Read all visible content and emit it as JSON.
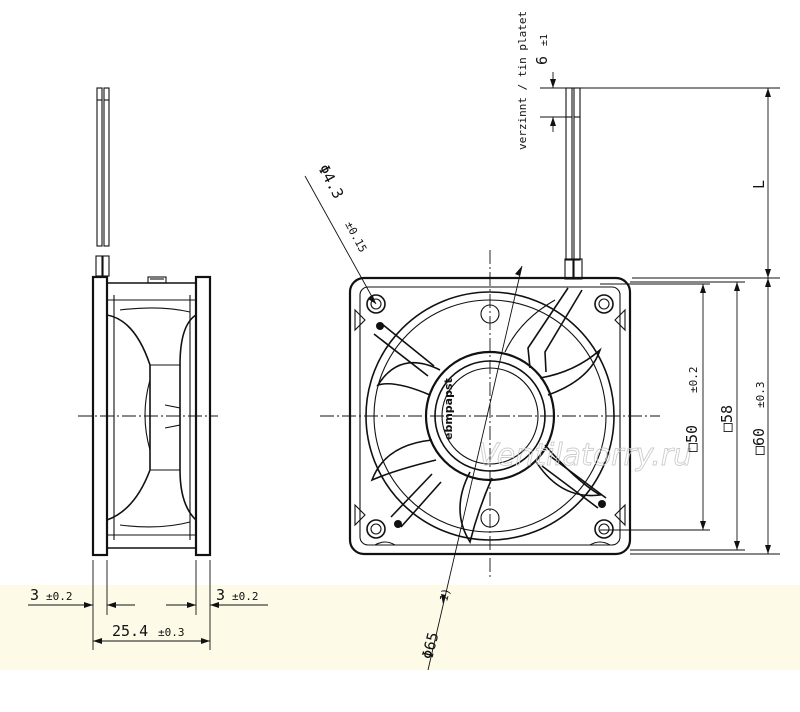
{
  "labels": {
    "tinned": "verzinnt / tin platet",
    "lead_length": "6",
    "lead_length_tol": "±1",
    "wire_length": "L",
    "hole_dia": "Φ4.3",
    "hole_dia_tol": "±0.15",
    "hole_pitch": "□50",
    "hole_pitch_tol": "±0.2",
    "body_58": "□58",
    "body_60": "□60",
    "body_60_tol": "±0.3",
    "flange_left": "3",
    "flange_left_tol": "±0.2",
    "flange_right": "3",
    "flange_right_tol": "±0.2",
    "depth": "25.4",
    "depth_tol": "±0.3",
    "blade_dia": "Φ65",
    "note_ref": "1)",
    "brand": "ebmpapst",
    "watermark": "Ventilatorry.ru"
  },
  "colors": {
    "line": "#111111",
    "band": "#fdfbe8",
    "watermark": "#c8c8c8"
  }
}
